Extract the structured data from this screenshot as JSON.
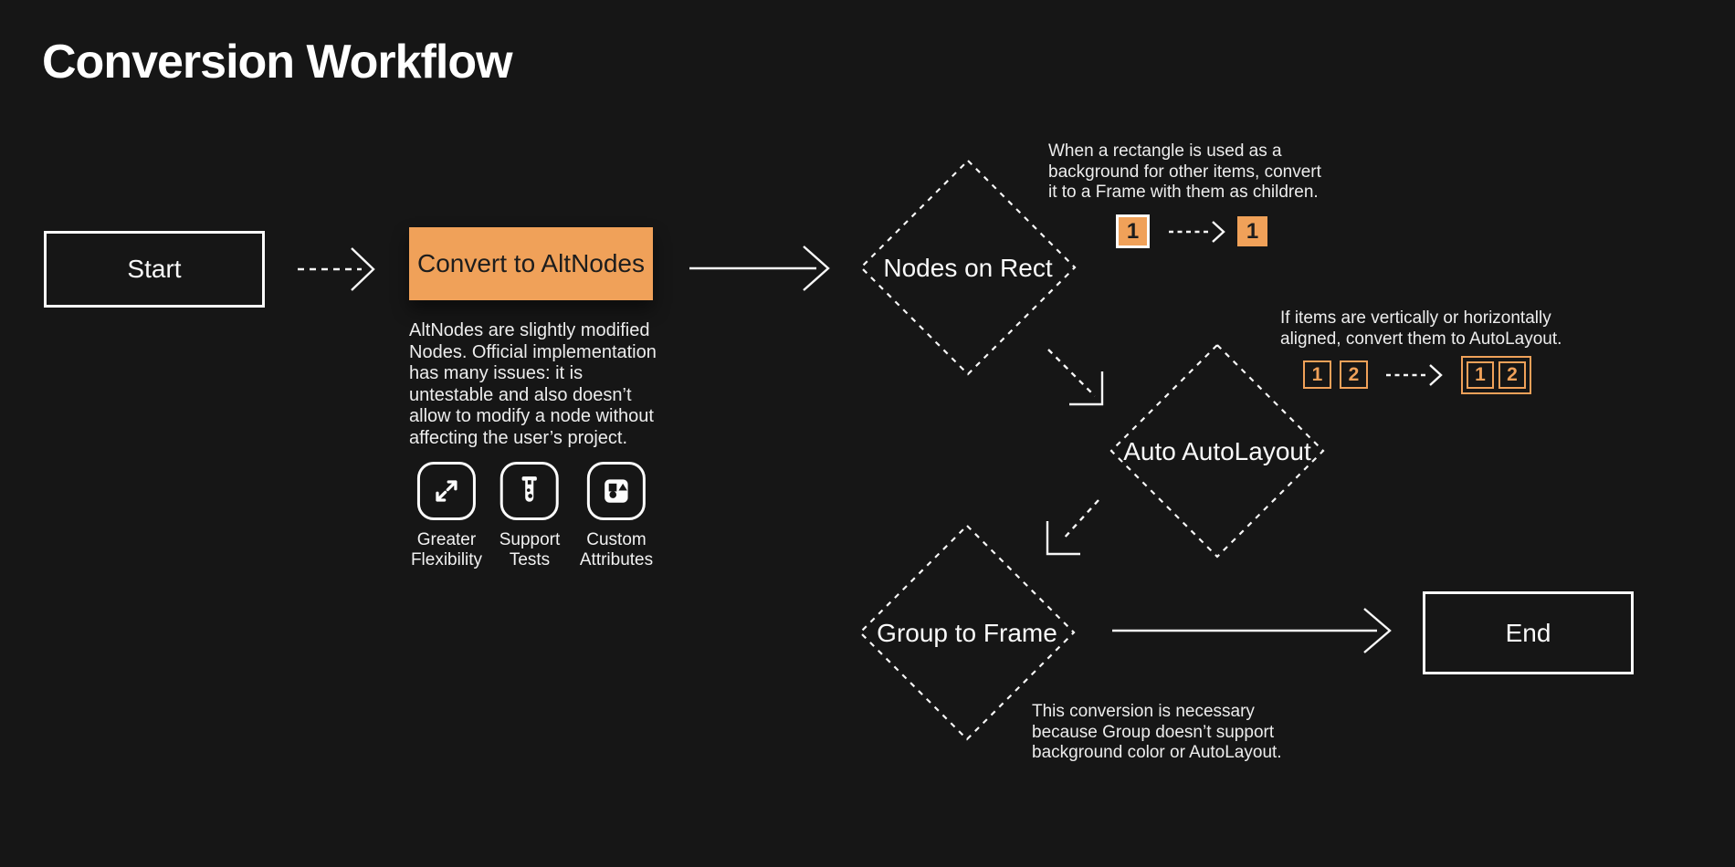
{
  "page": {
    "title": "Conversion Workflow",
    "background_color": "#161616",
    "accent_color": "#F0A159",
    "text_color": "#EDEDED"
  },
  "flow": {
    "start": {
      "label": "Start"
    },
    "convert": {
      "label": "Convert to AltNodes",
      "description": "AltNodes are slightly modified\nNodes. Official implementation\nhas many issues: it is\nuntestable and also doesn’t\nallow to modify a node without\naffecting the user’s project.",
      "features": [
        {
          "icon": "expand-icon",
          "label": "Greater\nFlexibility"
        },
        {
          "icon": "test-tube-icon",
          "label": "Support\nTests"
        },
        {
          "icon": "shapes-icon",
          "label": "Custom\nAttributes"
        }
      ]
    },
    "nodes_on_rect": {
      "label": "Nodes on Rect",
      "note": "When a rectangle is used as a\nbackground for other items, convert\nit to a Frame with them as children.",
      "example": {
        "before_item": "1",
        "after_item": "1"
      }
    },
    "auto_autolayout": {
      "label": "Auto AutoLayout",
      "note": "If items are vertically or horizontally\naligned, convert them to AutoLayout.",
      "example": {
        "item1": "1",
        "item2": "2"
      }
    },
    "group_to_frame": {
      "label": "Group to Frame",
      "note": "This conversion is necessary\nbecause Group doesn’t support\nbackground color or AutoLayout."
    },
    "end": {
      "label": "End"
    }
  }
}
